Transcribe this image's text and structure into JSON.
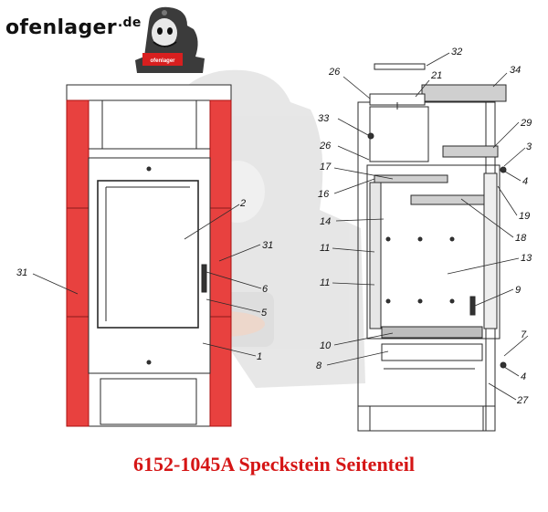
{
  "brand": {
    "name": "ofenlager",
    "tld": ".de",
    "mascot_icon": "stove-mascot-icon",
    "mascot_sign": "ofenlager"
  },
  "caption": "6152-1045A Speckstein Seitenteil",
  "colors": {
    "highlight_part": "#e8413f",
    "caption": "#d51515",
    "watermark": "#c9c9c9",
    "stone": "#cfcfcf",
    "line": "#2a2a2a"
  },
  "front_view": {
    "callouts": [
      "2",
      "31",
      "6",
      "5",
      "1",
      "31"
    ]
  },
  "section_view": {
    "callouts": [
      "32",
      "26",
      "21",
      "34",
      "33",
      "29",
      "26",
      "3",
      "17",
      "4",
      "16",
      "19",
      "14",
      "18",
      "11",
      "13",
      "11",
      "9",
      "10",
      "7",
      "8",
      "4",
      "27"
    ]
  }
}
